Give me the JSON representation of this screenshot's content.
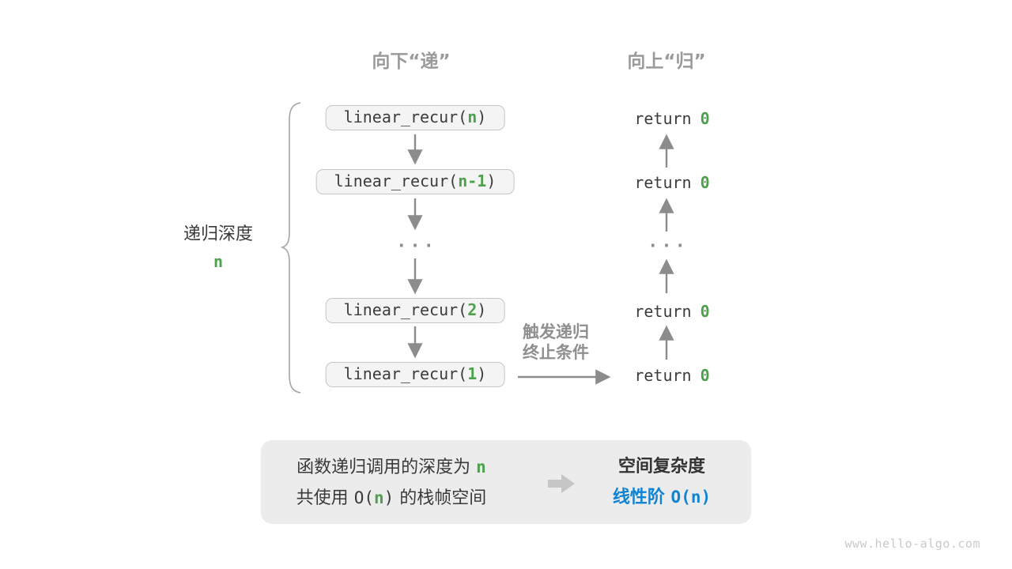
{
  "headers": {
    "descend": "向下“递”",
    "ascend": "向上“归”"
  },
  "depth_label": {
    "text": "递归深度",
    "var": "n"
  },
  "calls": [
    {
      "prefix": "linear_recur(",
      "arg": "n",
      "suffix": ")"
    },
    {
      "prefix": "linear_recur(",
      "arg": "n-1",
      "suffix": ")"
    },
    {
      "prefix": "linear_recur(",
      "arg": "2",
      "suffix": ")"
    },
    {
      "prefix": "linear_recur(",
      "arg": "1",
      "suffix": ")"
    }
  ],
  "ellipsis": "...",
  "returns": [
    {
      "keyword": "return",
      "value": "0"
    },
    {
      "keyword": "return",
      "value": "0"
    },
    {
      "keyword": "return",
      "value": "0"
    },
    {
      "keyword": "return",
      "value": "0"
    }
  ],
  "trigger": {
    "line1": "触发递归",
    "line2": "终止条件"
  },
  "panel": {
    "left": {
      "line1_text": "函数递归调用的深度为",
      "line1_arg": "n",
      "line2_pre": "共使用",
      "line2_o": "O(",
      "line2_arg": "n",
      "line2_close": ")",
      "line2_post": "的栈帧空间"
    },
    "right": {
      "title": "空间复杂度",
      "label": "线性阶",
      "complexity": "O(n)"
    }
  },
  "watermark": "www.hello-algo.com",
  "colors": {
    "green": "#4ca24c",
    "blue": "#1183d2",
    "arrow_gray": "#8c8c8c",
    "box_bg": "#f4f4f4",
    "panel_bg": "#ececec"
  }
}
